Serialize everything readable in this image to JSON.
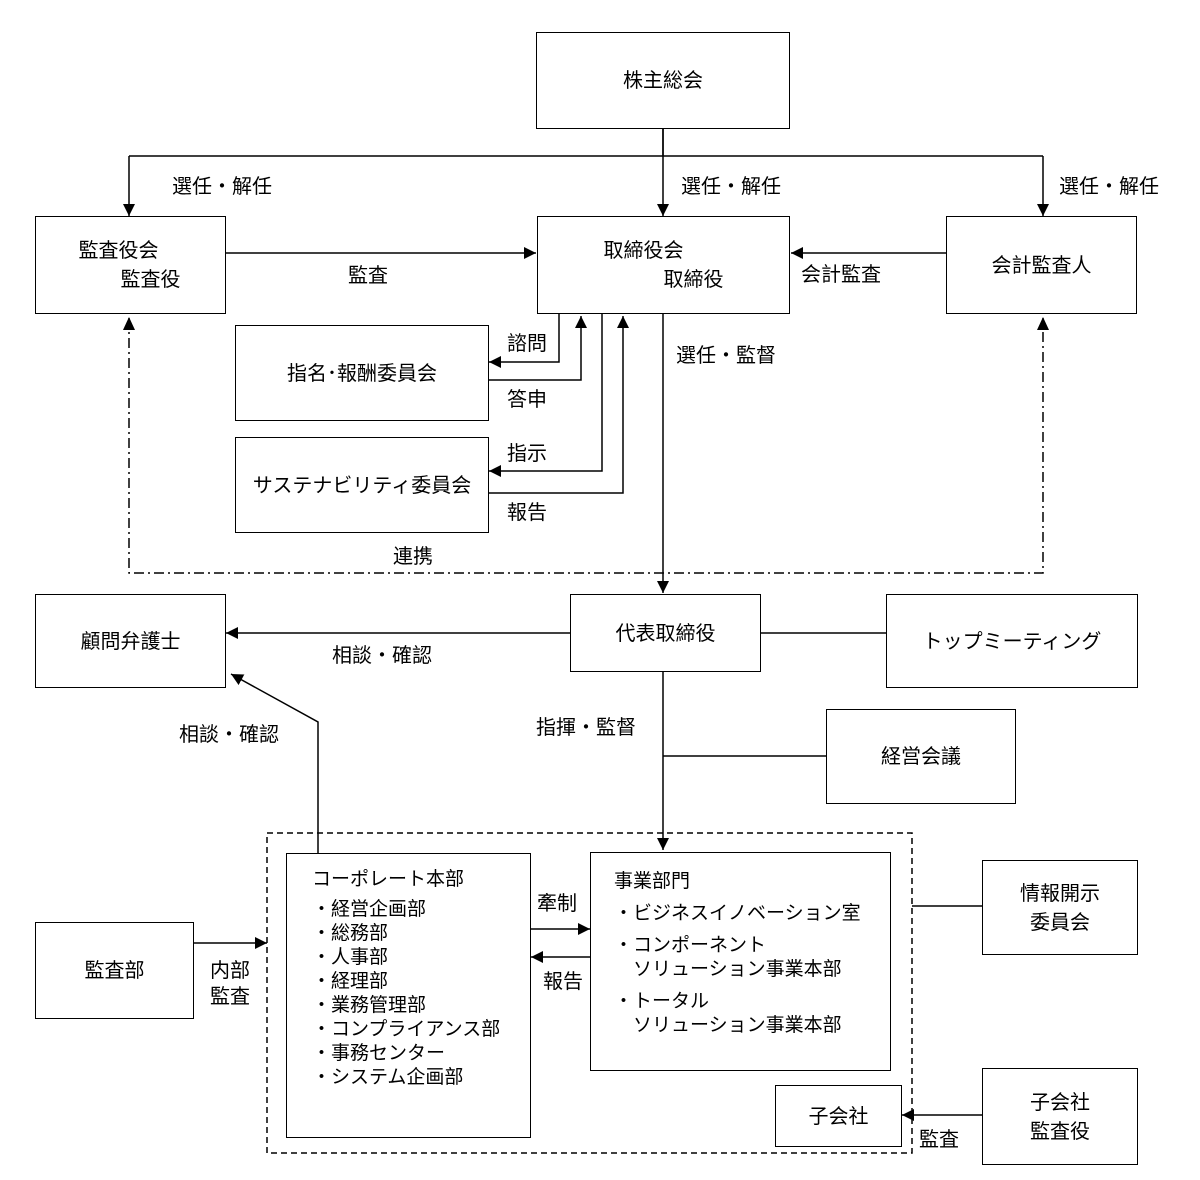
{
  "nodes": {
    "shareholders": "株主総会",
    "audit_board": {
      "line1": "監査役会",
      "line2": "監査役"
    },
    "board": {
      "line1": "取締役会",
      "line2": "取締役"
    },
    "accounting_auditor": "会計監査人",
    "nomination_committee": "指名･報酬委員会",
    "sustainability_committee": "サステナビリティ委員会",
    "legal_counsel": "顧問弁護士",
    "representative_director": "代表取締役",
    "top_meeting": "トップミーティング",
    "management_meeting": "経営会議",
    "disclosure_committee": {
      "line1": "情報開示",
      "line2": "委員会"
    },
    "audit_department": "監査部",
    "subsidiary": "子会社",
    "subsidiary_auditor": {
      "line1": "子会社",
      "line2": "監査役"
    },
    "corporate_hq": {
      "title": "コーポレート本部",
      "items": [
        "・経営企画部",
        "・総務部",
        "・人事部",
        "・経理部",
        "・業務管理部",
        "・コンプライアンス部",
        "・事務センター",
        "・システム企画部"
      ]
    },
    "business_division": {
      "title": "事業部門",
      "items": [
        "・ビジネスイノベーション室",
        "・コンポーネント",
        "　ソリューション事業本部",
        "・トータル",
        "　ソリューション事業本部"
      ]
    }
  },
  "labels": {
    "elect_dismiss_left": "選任・解任",
    "elect_dismiss_center": "選任・解任",
    "elect_dismiss_right": "選任・解任",
    "audit_board_to_board": "監査",
    "accounting_audit": "会計監査",
    "consult": "諮問",
    "report_answer": "答申",
    "instruct": "指示",
    "report_sustain": "報告",
    "elect_supervise": "選任・監督",
    "cooperation": "連携",
    "consult_confirm_1": "相談・確認",
    "consult_confirm_2": "相談・確認",
    "command_supervise": "指揮・監督",
    "internal_audit_1": "内部",
    "internal_audit_2": "監査",
    "checks": "牽制",
    "report_business": "報告",
    "subsidiary_audit": "監査"
  }
}
